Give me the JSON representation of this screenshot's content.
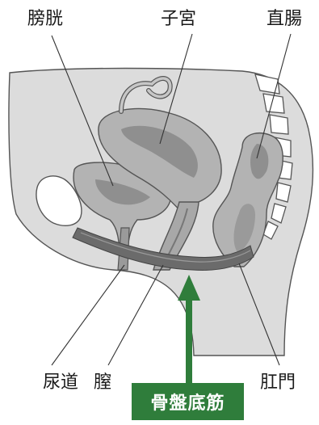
{
  "labels": {
    "bladder": "膀胱",
    "uterus": "子宮",
    "rectum": "直腸",
    "urethra": "尿道",
    "vagina": "膣",
    "anus": "肛門",
    "pelvic_floor": "骨盤底筋"
  },
  "colors": {
    "tissue": "#dcdcdc",
    "organ_fill": "#b3b3b3",
    "organ_inner": "#8f8f8f",
    "outline": "#555555",
    "muscle": "#6b6b6b",
    "accent_green": "#2f7d3b"
  }
}
